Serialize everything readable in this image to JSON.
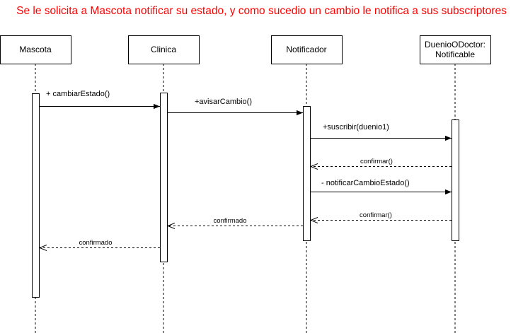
{
  "title": "Se le solicita a Mascota notificar su estado, y como sucedio un cambio le notifica a sus subscriptores",
  "colors": {
    "title": "#ff0000",
    "line": "#000000",
    "background": "#ffffff"
  },
  "participants": [
    {
      "id": "mascota",
      "lines": [
        "Mascota"
      ]
    },
    {
      "id": "clinica",
      "lines": [
        "Clinica"
      ]
    },
    {
      "id": "notificador",
      "lines": [
        "Notificador"
      ]
    },
    {
      "id": "duenio",
      "lines": [
        "DuenioODoctor:",
        "Notificable"
      ]
    }
  ],
  "messages": [
    {
      "from": "mascota",
      "to": "clinica",
      "label": "+ cambiarEstado()",
      "kind": "sync"
    },
    {
      "from": "clinica",
      "to": "notificador",
      "label": "+avisarCambio()",
      "kind": "sync"
    },
    {
      "from": "notificador",
      "to": "duenio",
      "label": "+suscribir(duenio1)",
      "kind": "sync"
    },
    {
      "from": "duenio",
      "to": "notificador",
      "label": "confirmar()",
      "kind": "return"
    },
    {
      "from": "notificador",
      "to": "duenio",
      "label": "- notificarCambioEstado()",
      "kind": "sync"
    },
    {
      "from": "duenio",
      "to": "notificador",
      "label": "confirmar()",
      "kind": "return"
    },
    {
      "from": "notificador",
      "to": "clinica",
      "label": "confirmado",
      "kind": "return"
    },
    {
      "from": "clinica",
      "to": "mascota",
      "label": "confirmado",
      "kind": "return"
    }
  ]
}
